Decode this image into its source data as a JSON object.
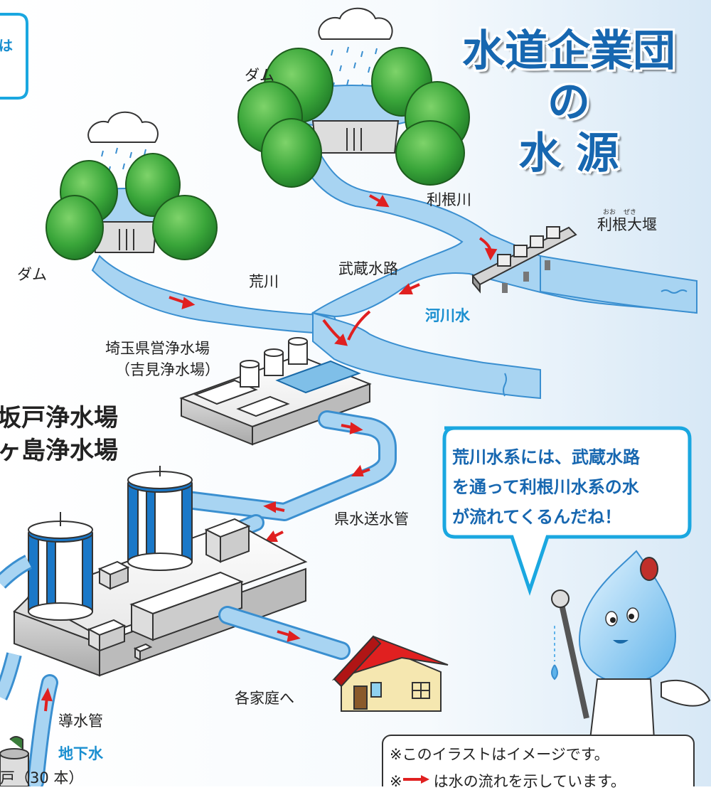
{
  "title": {
    "line1": "水道企業団",
    "line2": "の",
    "line3": "水 源"
  },
  "labels": {
    "dam_top": "ダム",
    "dam_left": "ダム",
    "tone_river": "利根川",
    "tone_weir": "利根大堰",
    "tone_weir_ruby_1": "おお",
    "tone_weir_ruby_2": "ぜき",
    "musashi_channel": "武蔵水路",
    "arakawa": "荒川",
    "river_water": "河川水",
    "saitama_plant_1": "埼玉県営浄水場",
    "saitama_plant_2": "（吉見浄水場）",
    "prefectural_pipe": "県水送水管",
    "to_homes": "各家庭へ",
    "intake_pipe": "導水管",
    "groundwater": "地下水",
    "wells": "戸（30 本）"
  },
  "plants": {
    "line1": "坂戸浄水場",
    "line2": "ヶ島浄水場"
  },
  "speech_bubble": {
    "line1": "荒川水系には、武蔵水路",
    "line2": "を通って利根川水系の水",
    "line3": "が流れてくるんだね！"
  },
  "top_left_bubble": "は",
  "notes": {
    "line1": "※このイラストはイメージです。",
    "line2": "は水の流れを示しています。",
    "line2_prefix": "※"
  },
  "colors": {
    "water": "#a8d4f2",
    "water_edge": "#3a8fd0",
    "tree": "#3aa63a",
    "title": "#1767b0",
    "arrow": "#e02020",
    "roof": "#e02020",
    "house_wall": "#f5e7b0"
  }
}
